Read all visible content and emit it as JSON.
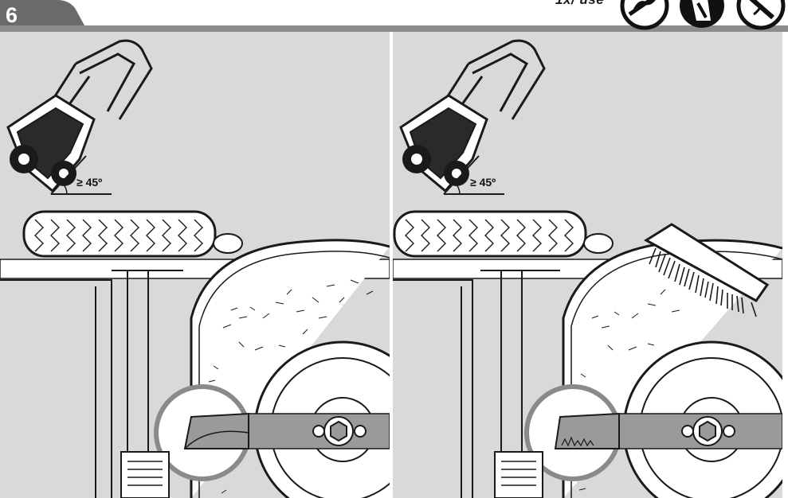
{
  "step": {
    "number": "6"
  },
  "reference": {
    "label": "1x/ use"
  },
  "panels": [
    {
      "id": "before-cleaning",
      "angle_label": "≥ 45º"
    },
    {
      "id": "after-cleaning",
      "angle_label": "≥ 45º"
    }
  ],
  "icons": [
    "gloves-warning-icon",
    "protective-footwear-icon",
    "no-tool-icon"
  ],
  "colors": {
    "header": "#8c8c8c",
    "panel_bg": "#d9d9d9",
    "line": "#1a1a1a",
    "tab": "#6a6a6a"
  }
}
